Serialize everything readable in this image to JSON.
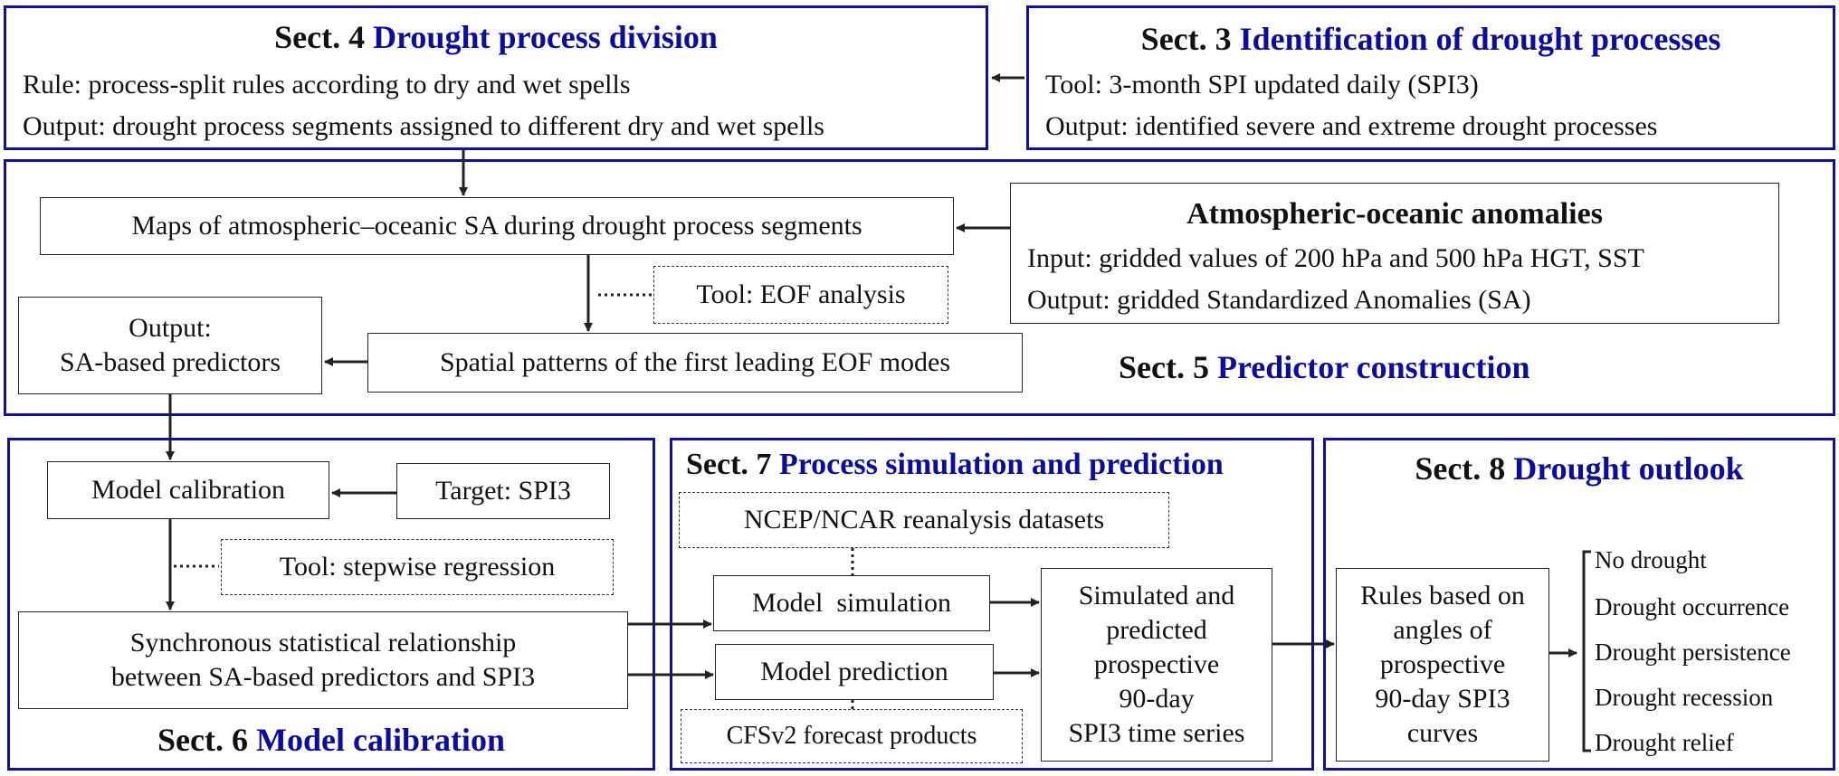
{
  "sect4": {
    "num": "Sect. 4",
    "name": "Drought process division",
    "rule": "Rule: process-split rules according to dry and wet spells",
    "output": "Output: drought process segments assigned to different dry and wet spells"
  },
  "sect3": {
    "num": "Sect. 3",
    "name": "Identification of drought processes",
    "tool": "Tool: 3-month SPI updated daily (SPI3)",
    "output": "Output: identified severe and extreme drought processes"
  },
  "sect5": {
    "num": "Sect. 5",
    "name": "Predictor construction",
    "maps": "Maps of atmospheric–oceanic SA during drought process segments",
    "anom_title": "Atmospheric-oceanic anomalies",
    "anom_input": "Input: gridded values of 200 hPa and 500 hPa HGT, SST",
    "anom_output": "Output: gridded Standardized Anomalies (SA)",
    "eof_tool": "Tool: EOF analysis",
    "output_label": "Output:",
    "output_value": "SA-based predictors",
    "spatial": "Spatial patterns of the first leading EOF modes"
  },
  "sect6": {
    "num": "Sect. 6",
    "name": "Model calibration",
    "calibration": "Model calibration",
    "target": "Target: SPI3",
    "tool": "Tool: stepwise regression",
    "relation_line1": "Synchronous statistical relationship",
    "relation_line2": "between SA-based predictors and SPI3"
  },
  "sect7": {
    "num": "Sect. 7",
    "name": "Process simulation and prediction",
    "reanalysis": "NCEP/NCAR reanalysis datasets",
    "simulation": "Model  simulation",
    "prediction": "Model prediction",
    "forecast": "CFSv2 forecast products",
    "series_lines": [
      "Simulated and",
      "predicted",
      "prospective",
      "90-day",
      "SPI3 time series"
    ]
  },
  "sect8": {
    "num": "Sect. 8",
    "name": "Drought outlook",
    "rules_lines": [
      "Rules based on",
      "angles of",
      "prospective",
      "90-day SPI3",
      "curves"
    ],
    "outcomes": [
      "No drought",
      "Drought occurrence",
      "Drought persistence",
      "Drought recession",
      "Drought relief"
    ]
  },
  "colors": {
    "section_border": "#1010a8",
    "highlight_text": "#0c0ca0",
    "arrow": "#222222"
  }
}
